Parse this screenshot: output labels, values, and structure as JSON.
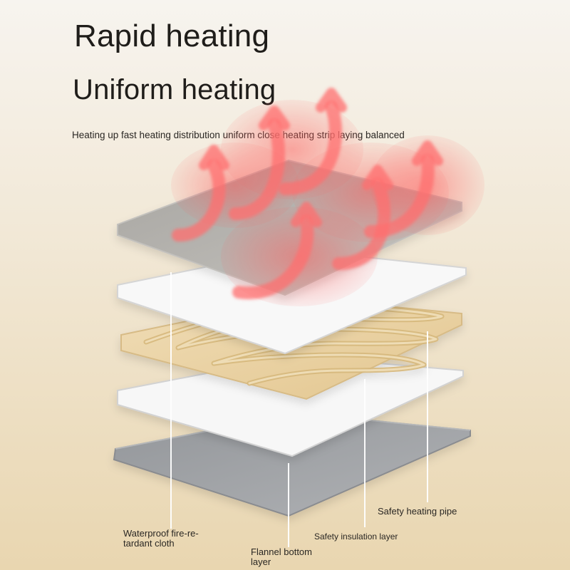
{
  "headline": "Rapid heating",
  "subheadline": "Uniform heating",
  "description": "Heating up fast heating distribution uniform close heating strip laying balanced",
  "labels": {
    "waterproof": "Waterproof fire-re-\ntardant cloth",
    "flannel": "Flannel bottom\nlayer",
    "insulation": "Safety insulation layer",
    "heating_pipe": "Safety heating pipe"
  },
  "colors": {
    "heat_arrow": "#ff6f6f",
    "top_layer": "#b8b6b2",
    "white_layer": "#f7f7f7",
    "heating_layer": "#e9d3a8",
    "bottom_layer": "#9ea0a3"
  }
}
